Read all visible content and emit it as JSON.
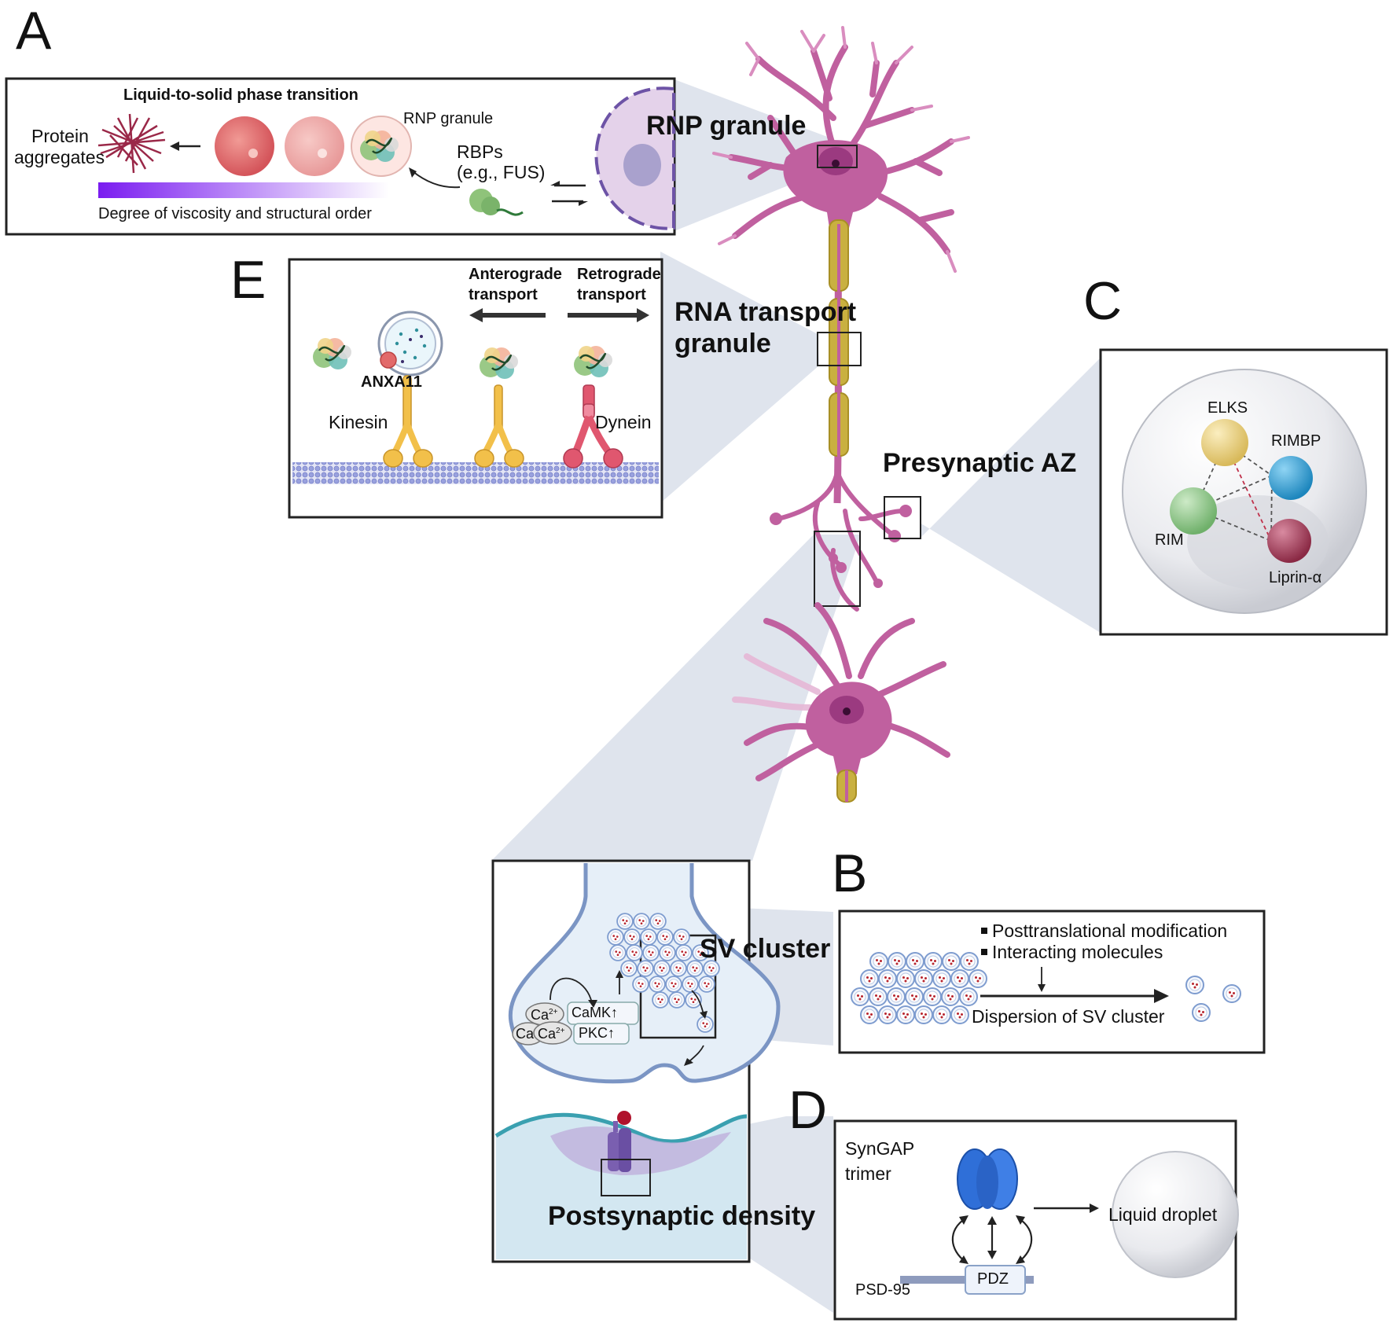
{
  "panel_letters": {
    "a": "A",
    "b": "B",
    "c": "C",
    "d": "D",
    "e": "E"
  },
  "panel_a": {
    "title": "Liquid-to-solid phase transition",
    "protein_aggregates": [
      "Protein",
      "aggregates"
    ],
    "rnp_granule": "RNP granule",
    "rbps": [
      "RBPs",
      "(e.g., FUS)"
    ],
    "gradient_label": "Degree of viscosity and structural order",
    "callout": "RNP granule"
  },
  "panel_e": {
    "anterograde": [
      "Anterograde",
      "transport"
    ],
    "retrograde": [
      "Retrograde",
      "transport"
    ],
    "anxa11": "ANXA11",
    "kinesin": "Kinesin",
    "dynein": "Dynein",
    "callout": [
      "RNA transport",
      "granule"
    ]
  },
  "panel_c": {
    "callout": "Presynaptic AZ",
    "elks": "ELKS",
    "rimbp": "RIMBP",
    "rim": "RIM",
    "liprin": "Liprin-α"
  },
  "synapse": {
    "sv_cluster": "SV cluster",
    "ca_1": "Ca",
    "ca_1_sup": "2+",
    "ca_2": "Ca",
    "ca_3": "Ca",
    "ca_3_sup": "2+",
    "camk": "CaMK↑",
    "pkc": "PKC↑",
    "postsynaptic": "Postsynaptic density"
  },
  "panel_b": {
    "bullet_1": "Posttranslational modification",
    "bullet_2": "Interacting molecules",
    "dispersion": "Dispersion of SV cluster"
  },
  "panel_d": {
    "syngap": [
      "SynGAP",
      "trimer"
    ],
    "liquid_droplet": "Liquid droplet",
    "pdz": "PDZ",
    "psd95": "PSD-95"
  },
  "colors": {
    "neuron": "#c0609f",
    "axon_myelin": "#c9b040",
    "gradient_start": "#7a1cf0",
    "kinesin": "#f2c04a",
    "dynein": "#e0576f",
    "microtubule": "#8e96d8",
    "elks": "#e7cf7a",
    "rimbp": "#3aa3d6",
    "rim": "#8fc98a",
    "liprin": "#a83e5c",
    "syngap": "#2f6fd8",
    "callout_shade": "#d9dfea"
  }
}
